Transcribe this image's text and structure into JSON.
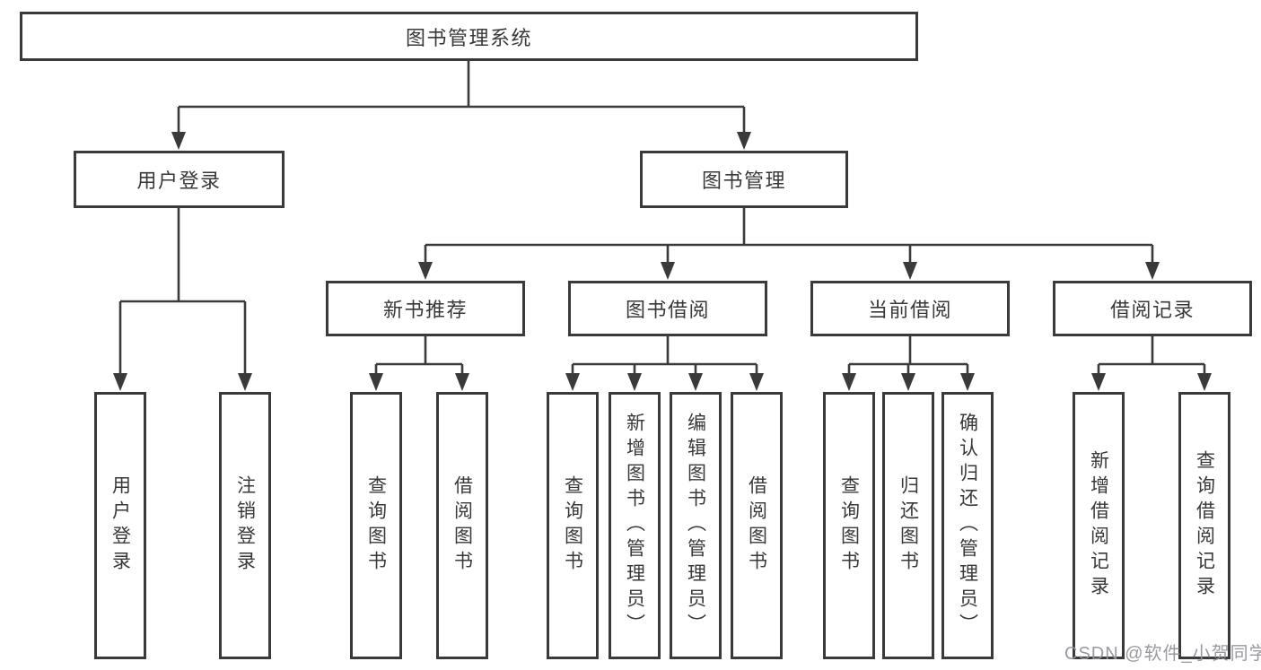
{
  "diagram": {
    "root": {
      "label": "图书管理系统"
    },
    "level2": [
      {
        "label": "用户登录"
      },
      {
        "label": "图书管理"
      }
    ],
    "level3": [
      {
        "label": "新书推荐"
      },
      {
        "label": "图书借阅"
      },
      {
        "label": "当前借阅"
      },
      {
        "label": "借阅记录"
      }
    ],
    "leaves": {
      "user": [
        "用户登录",
        "注销登录"
      ],
      "recommend": [
        "查询图书",
        "借阅图书"
      ],
      "borrow": [
        "查询图书",
        "新增图书（管理员）",
        "编辑图书（管理员）",
        "借阅图书"
      ],
      "current": [
        "查询图书",
        "归还图书",
        "确认归还（管理员）"
      ],
      "records": [
        "新增借阅记录",
        "查询借阅记录"
      ]
    },
    "colors": {
      "line": "#3a3a3a",
      "text": "#383838",
      "watermark": "#94949c",
      "background": "#ffffff"
    }
  },
  "watermark": {
    "label": "CSDN @软件_小贺同学"
  }
}
